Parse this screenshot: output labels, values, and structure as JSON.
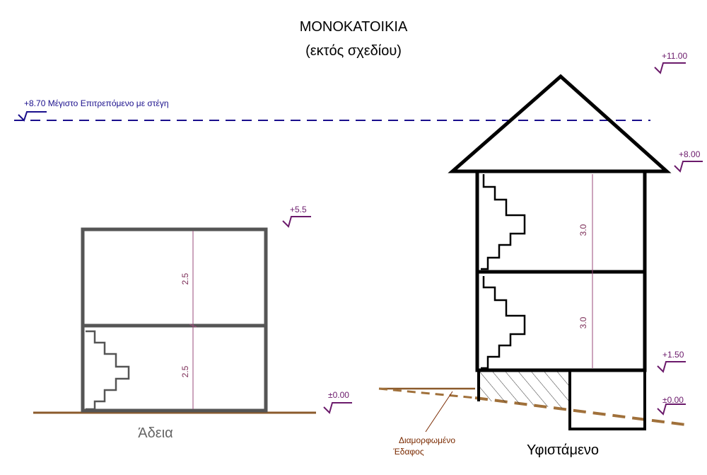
{
  "title": "ΜΟΝΟΚΑΤΟΙΚΙΑ",
  "subtitle": "(εκτός σχεδίου)",
  "max_allowed_label": "+8.70 Μέγιστο Επιτρεπόμενο με στέγη",
  "left_building": {
    "caption": "Άδεια",
    "top_level": "+5.5",
    "ground_level": "±0.00",
    "floor_heights": [
      "2.5",
      "2.5"
    ]
  },
  "right_building": {
    "caption": "Υφιστάμενο",
    "ridge_level": "+11.00",
    "eave_level": "+8.00",
    "floor_level": "+1.50",
    "ground_level": "±0.00",
    "floor_heights": [
      "3.0",
      "3.0"
    ],
    "ground_label_line1": "Διαμορφωμένο",
    "ground_label_line2": "Έδαφος"
  },
  "colors": {
    "outline_left": "#555555",
    "outline_right": "#000000",
    "max_line": "#1a0f8c",
    "level_marker": "#6b1a6b",
    "ground": "#8b5a2b",
    "dimension": "#7a2a55"
  }
}
